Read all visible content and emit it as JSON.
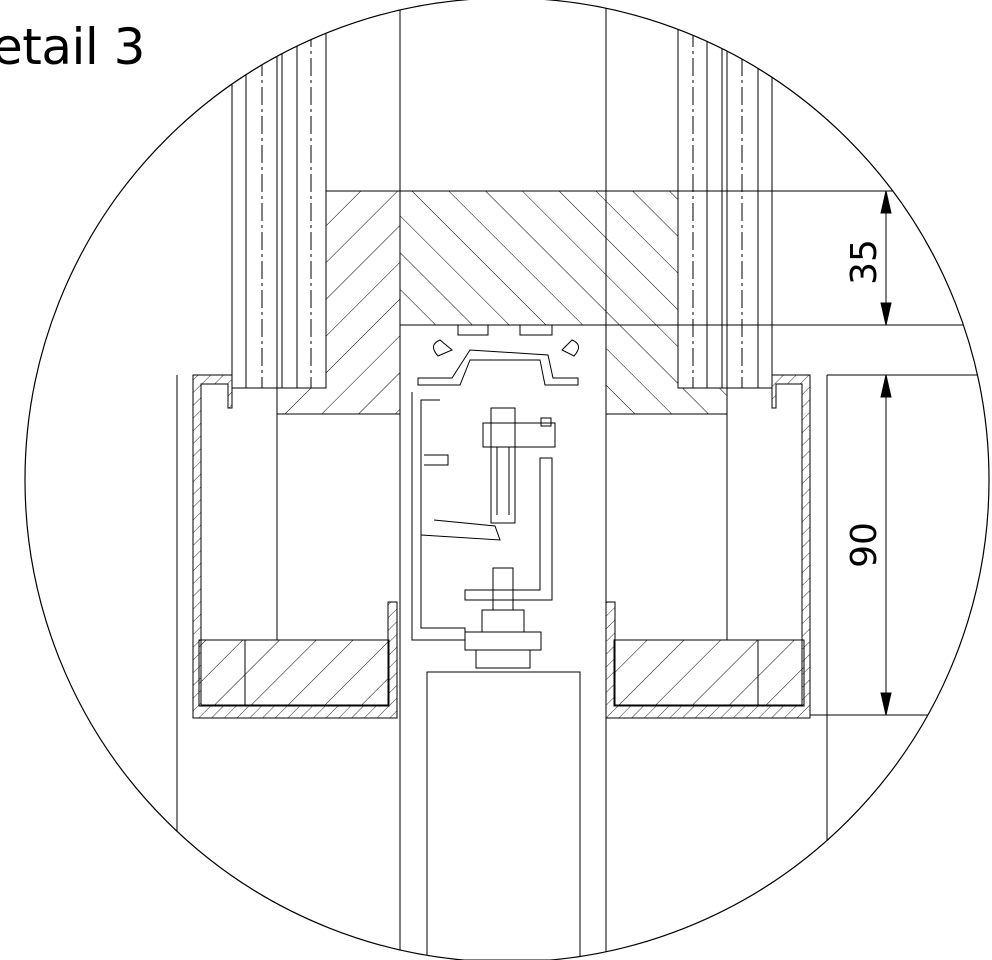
{
  "detail": {
    "title": "etail 3"
  },
  "dimensions": {
    "upper": {
      "value": "35"
    },
    "lower": {
      "value": "90"
    }
  }
}
